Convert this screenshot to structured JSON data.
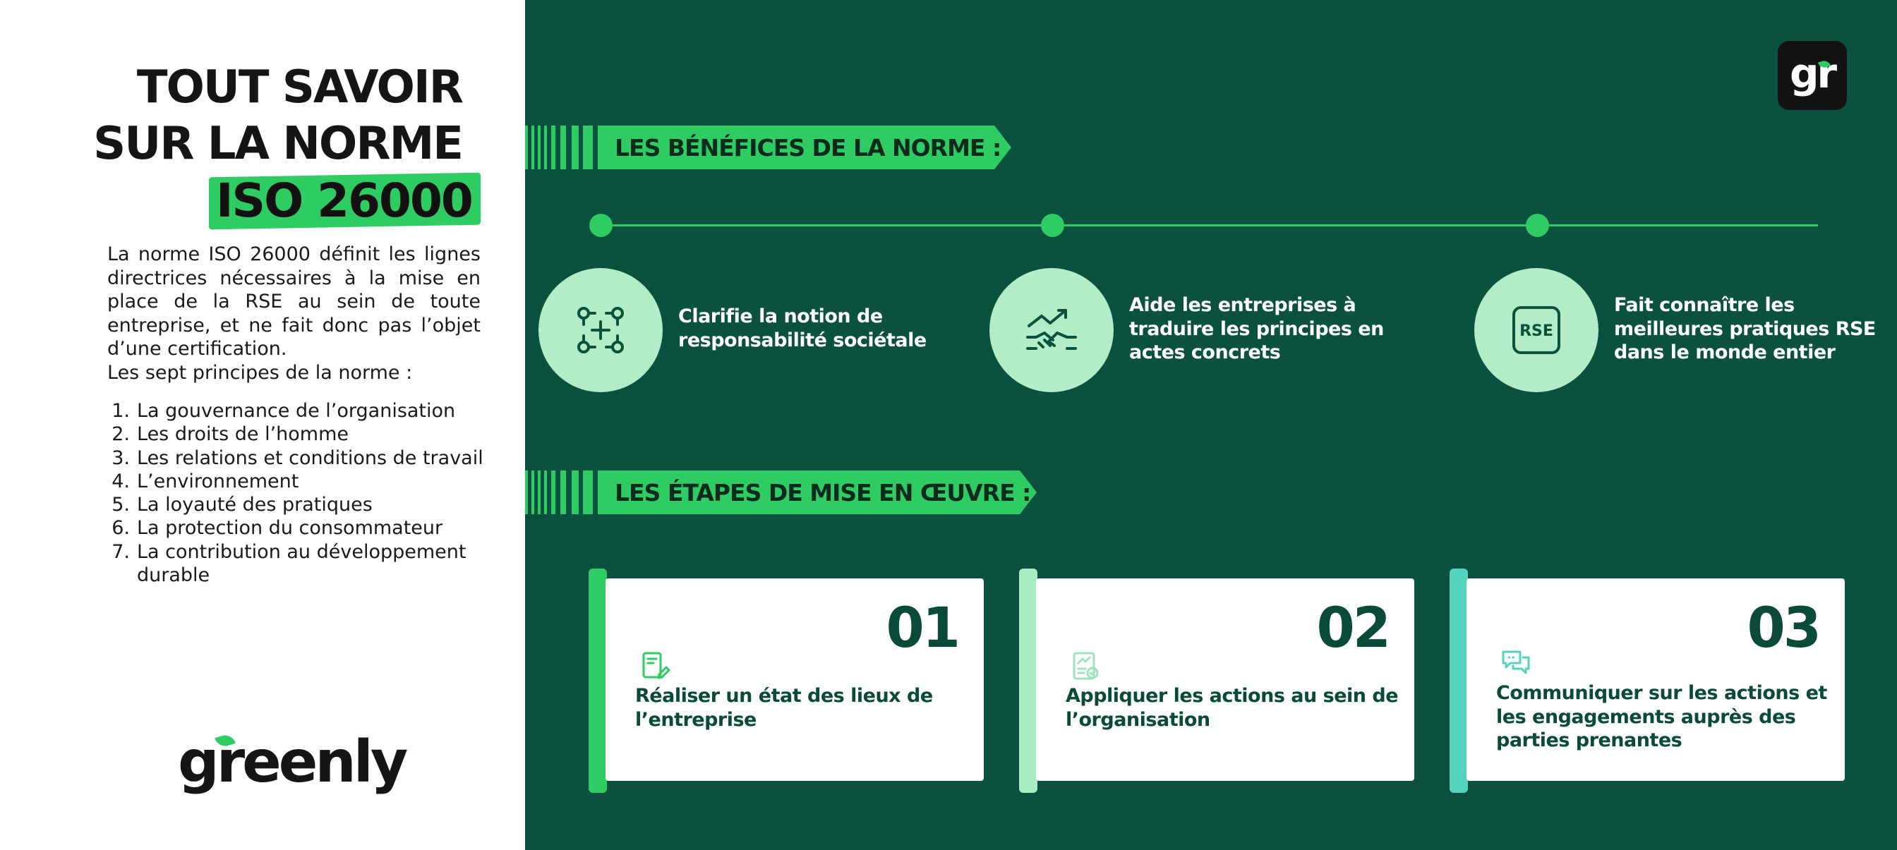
{
  "header": {
    "title_line1": "TOUT SAVOIR",
    "title_line2": "SUR LA NORME",
    "title_highlight": "ISO 26000"
  },
  "intro": {
    "paragraph": "La norme ISO 26000 définit les lignes directrices nécessaires à la mise en place de la RSE au sein de toute entreprise, et ne fait donc pas l’objet d’une certification.",
    "principles_lead": "Les sept principes de la norme :"
  },
  "principles": [
    {
      "num": "1.",
      "label": "La gouvernance de l’organisation"
    },
    {
      "num": "2.",
      "label": "Les droits de l’homme"
    },
    {
      "num": "3.",
      "label": "Les relations et conditions de travail"
    },
    {
      "num": "4.",
      "label": "L’environnement"
    },
    {
      "num": "5.",
      "label": "La loyauté des pratiques"
    },
    {
      "num": "6.",
      "label": "La protection du consommateur"
    },
    {
      "num": "7.",
      "label": "La contribution au développement durable"
    }
  ],
  "brand": {
    "wordmark": "greenly",
    "badge_text": "gr"
  },
  "benefits": {
    "heading": "LES BÉNÉFICES DE LA NORME :",
    "items": [
      {
        "icon": "collaboration-plus-icon",
        "text": "Clarifie la notion de responsabilité sociétale"
      },
      {
        "icon": "handshake-growth-icon",
        "text": "Aide les entreprises à traduire les principes en actes concrets"
      },
      {
        "icon": "rse-icon",
        "icon_label": "RSE",
        "text": "Fait connaître les meilleures pratiques RSE dans le monde entier"
      }
    ]
  },
  "steps": {
    "heading": "LES ÉTAPES DE MISE EN ŒUVRE :",
    "items": [
      {
        "number": "01",
        "icon": "notepad-pen-icon",
        "text": "Réaliser un état des lieux de l’entreprise",
        "accent": "#2ecc62"
      },
      {
        "number": "02",
        "icon": "checklist-chart-icon",
        "text": "Appliquer les actions au sein de l’organisation",
        "accent": "#a8ecc4"
      },
      {
        "number": "03",
        "icon": "chat-bubbles-icon",
        "text": "Communiquer sur les actions et les engagements auprès des parties prenantes",
        "accent": "#55d3be"
      }
    ]
  },
  "colors": {
    "dark_green": "#0a5140",
    "brand_green": "#2ecc62",
    "mint": "#b3ecc6",
    "step_text": "#0a4a3a"
  }
}
